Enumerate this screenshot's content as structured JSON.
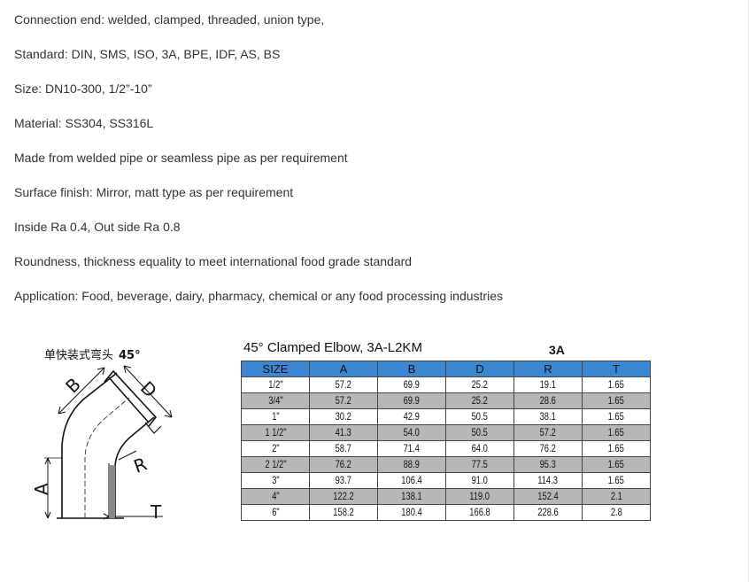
{
  "specs": [
    "Connection end: welded, clamped, threaded, union type,",
    "Standard: DIN, SMS, ISO, 3A, BPE, IDF, AS, BS",
    "Size: DN10-300, 1/2”-10”",
    "Material: SS304, SS316L",
    "Made from welded pipe or seamless pipe as per requirement",
    "Surface finish: Mirror, matt type as per requirement",
    "Inside Ra 0.4, Out side Ra 0.8",
    "Roundness, thickness equality to meet international food grade standard",
    "Application: Food, beverage, dairy, pharmacy, chemical or any food processing industries"
  ],
  "drawing": {
    "caption": "单快装式弯头",
    "angle": "45°",
    "labels": {
      "a": "A",
      "b": "B",
      "d": "D",
      "r": "R",
      "t": "T"
    }
  },
  "table": {
    "title": "45° Clamped Elbow, 3A-L2KM",
    "standard": "3A",
    "header_color": "#3b86d0",
    "shade_color": "#b7b7b7",
    "columns": [
      "SIZE",
      "A",
      "B",
      "D",
      "R",
      "T"
    ],
    "rows": [
      [
        "1/2\"",
        "57.2",
        "69.9",
        "25.2",
        "19.1",
        "1.65"
      ],
      [
        "3/4\"",
        "57.2",
        "69.9",
        "25.2",
        "28.6",
        "1.65"
      ],
      [
        "1\"",
        "30.2",
        "42.9",
        "50.5",
        "38.1",
        "1.65"
      ],
      [
        "1 1/2\"",
        "41.3",
        "54.0",
        "50.5",
        "57.2",
        "1.65"
      ],
      [
        "2\"",
        "58.7",
        "71.4",
        "64.0",
        "76.2",
        "1.65"
      ],
      [
        "2 1/2\"",
        "76.2",
        "88.9",
        "77.5",
        "95.3",
        "1.65"
      ],
      [
        "3\"",
        "93.7",
        "106.4",
        "91.0",
        "114.3",
        "1.65"
      ],
      [
        "4\"",
        "122.2",
        "138.1",
        "119.0",
        "152.4",
        "2.1"
      ],
      [
        "6\"",
        "158.2",
        "180.4",
        "166.8",
        "228.6",
        "2.8"
      ]
    ]
  }
}
